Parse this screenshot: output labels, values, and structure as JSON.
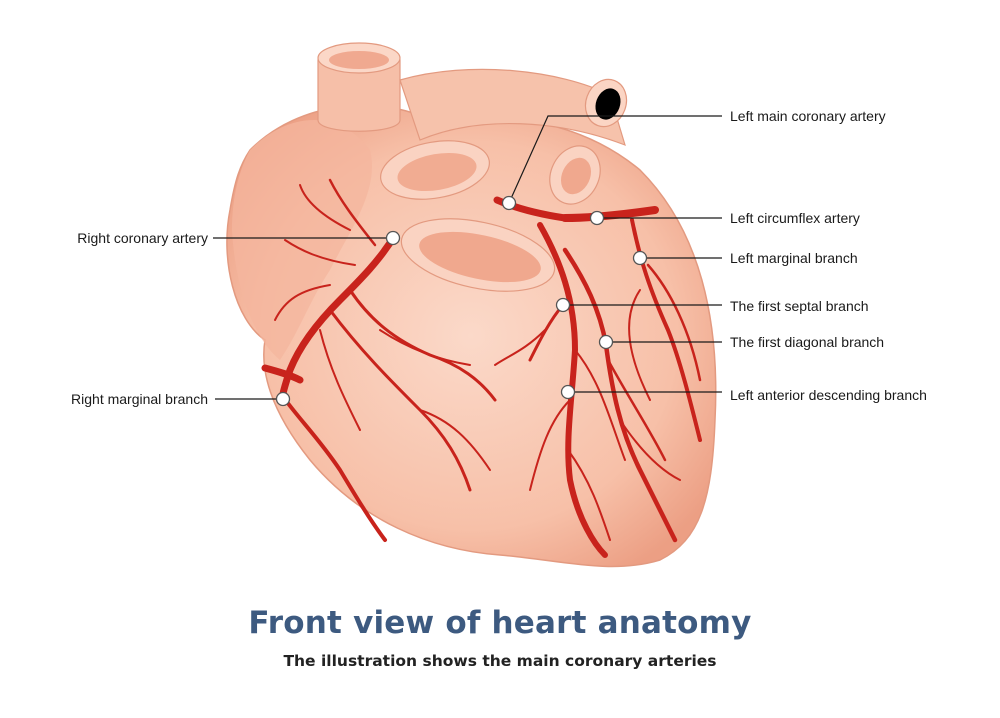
{
  "title": "Front view of heart anatomy",
  "subtitle": "The illustration shows the main coronary arteries",
  "colors": {
    "heart_fill": "#f7c3ad",
    "heart_shadow": "#eda68b",
    "artery": "#c8231c",
    "title": "#3d5a80"
  },
  "labels": {
    "left_main": "Left main coronary artery",
    "left_circumflex": "Left circumflex artery",
    "left_marginal": "Left marginal branch",
    "first_septal": "The first septal branch",
    "first_diagonal": "The first diagonal branch",
    "lad": "Left anterior descending branch",
    "right_coronary": "Right coronary artery",
    "right_marginal": "Right marginal branch"
  }
}
